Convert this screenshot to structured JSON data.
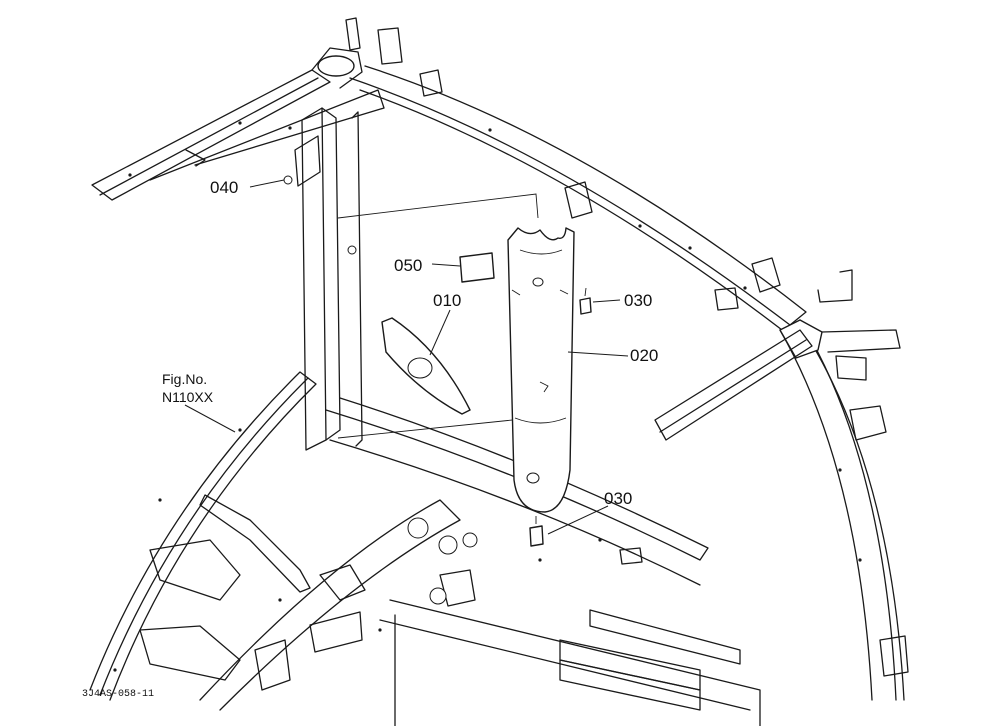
{
  "callouts": {
    "p040": "040",
    "p050": "050",
    "p010": "010",
    "p030_upper": "030",
    "p020": "020",
    "p030_lower": "030"
  },
  "reference": {
    "line1": "Fig.No.",
    "line2": "N110XX"
  },
  "drawing_code": "3J4AS-058-11",
  "colors": {
    "line": "#1a1a1a",
    "background": "#ffffff"
  }
}
